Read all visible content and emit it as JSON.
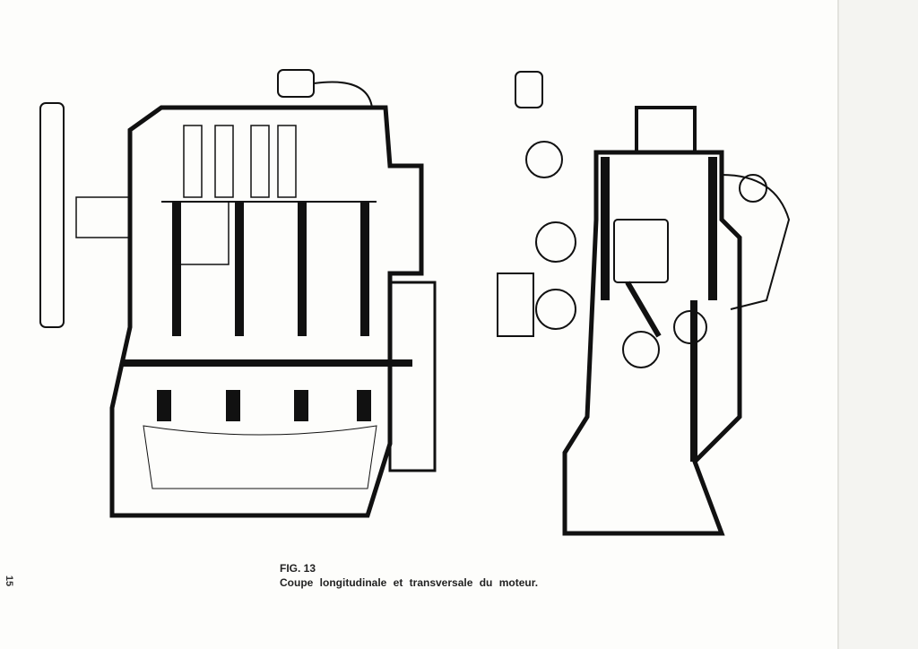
{
  "page_number": "15",
  "figure": {
    "label": "FIG. 13",
    "title": "Coupe longitudinale et transversale du moteur."
  }
}
